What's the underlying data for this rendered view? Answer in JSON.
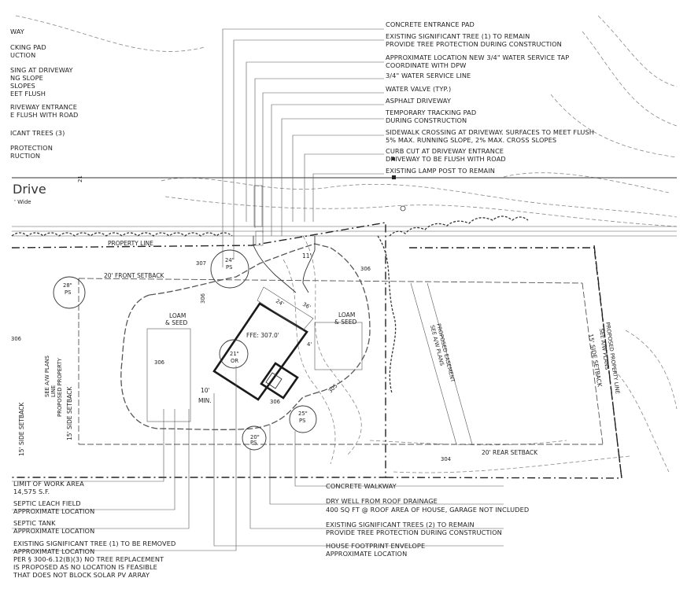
{
  "street": {
    "name": "Drive",
    "width": "' Wide",
    "station": "21"
  },
  "left_notes": [
    {
      "id": "l1",
      "lines": [
        "WAY"
      ]
    },
    {
      "id": "l2",
      "lines": [
        "CKING PAD",
        "UCTION"
      ]
    },
    {
      "id": "l3",
      "lines": [
        "SING AT DRIVEWAY",
        "NG SLOPE",
        "SLOPES",
        "EET FLUSH"
      ]
    },
    {
      "id": "l4",
      "lines": [
        "RIVEWAY ENTRANCE",
        "E FLUSH WITH ROAD"
      ]
    },
    {
      "id": "l5",
      "lines": [
        "ICANT TREES (3)"
      ]
    },
    {
      "id": "l6",
      "lines": [
        "PROTECTION",
        "RUCTION"
      ]
    }
  ],
  "top_notes": [
    {
      "id": "t1",
      "lines": [
        "CONCRETE ENTRANCE PAD"
      ]
    },
    {
      "id": "t2",
      "lines": [
        "EXISTING SIGNIFICANT TREE (1) TO REMAIN",
        "PROVIDE TREE PROTECTION DURING CONSTRUCTION"
      ]
    },
    {
      "id": "t3",
      "lines": [
        "APPROXIMATE LOCATION NEW 3/4\" WATER SERVICE TAP",
        "COORDINATE WITH DPW"
      ]
    },
    {
      "id": "t4",
      "lines": [
        "3/4\" WATER SERVICE LINE"
      ]
    },
    {
      "id": "t5",
      "lines": [
        "WATER VALVE (TYP.)"
      ]
    },
    {
      "id": "t6",
      "lines": [
        "ASPHALT DRIVEWAY"
      ]
    },
    {
      "id": "t7",
      "lines": [
        "TEMPORARY TRACKING PAD",
        "DURING CONSTRUCTION"
      ]
    },
    {
      "id": "t8",
      "lines": [
        "SIDEWALK CROSSING AT DRIVEWAY. SURFACES TO MEET FLUSH",
        "5% MAX. RUNNING SLOPE, 2% MAX. CROSS SLOPES"
      ]
    },
    {
      "id": "t9",
      "lines": [
        "CURB CUT AT DRIVEWAY ENTRANCE",
        "DRIVEWAY TO BE FLUSH WITH ROAD"
      ]
    },
    {
      "id": "t10",
      "lines": [
        "EXISTING LAMP POST TO REMAIN"
      ]
    }
  ],
  "bottom_left_notes": [
    {
      "id": "b1",
      "lines": [
        "LIMIT OF WORK AREA",
        "14,575 S.F."
      ]
    },
    {
      "id": "b2",
      "lines": [
        "SEPTIC LEACH FIELD",
        "APPROXIMATE LOCATION"
      ]
    },
    {
      "id": "b3",
      "lines": [
        "SEPTIC TANK",
        "APPROXIMATE LOCATION"
      ]
    },
    {
      "id": "b4",
      "lines": [
        "EXISTING SIGNIFICANT TREE (1) TO BE REMOVED",
        "APPROXIMATE LOCATION",
        "PER § 300-6.12(B)(3) NO TREE REPLACEMENT",
        "IS PROPOSED AS NO LOCATION IS FEASIBLE",
        "THAT DOES NOT BLOCK SOLAR PV ARRAY"
      ]
    }
  ],
  "bottom_right_notes": [
    {
      "id": "r1",
      "lines": [
        "CONCRETE WALKWAY"
      ]
    },
    {
      "id": "r2",
      "lines": [
        "DRY WELL FROM ROOF DRAINAGE",
        "400 SQ FT @ ROOF AREA OF HOUSE, GARAGE NOT INCLUDED"
      ]
    },
    {
      "id": "r3",
      "lines": [
        "EXISTING SIGNIFICANT TREES (2) TO REMAIN",
        "PROVIDE TREE PROTECTION DURING CONSTRUCTION"
      ]
    },
    {
      "id": "r4",
      "lines": [
        "HOUSE FOOTPRINT ENVELOPE",
        "APPROXIMATE LOCATION"
      ]
    }
  ],
  "site_labels": {
    "property_line": "PROPERTY LINE",
    "front_setback": "20' FRONT SETBACK",
    "rear_setback": "20' REAR SETBACK",
    "side_setback_left": "15' SIDE SETBACK",
    "side_setback_right": "15' SIDE SETBACK",
    "side_setback_far": "15' SIDE SETBACK",
    "loam_seed_left": [
      "LOAM",
      "& SEED"
    ],
    "loam_seed_right": [
      "LOAM",
      "& SEED"
    ],
    "ffe": "FFE: 307.0'",
    "easement": [
      "PROPOSED EASEMENT",
      "SEE A/W PLANS"
    ],
    "property_line_left": [
      "PROPOSED PROPERTY",
      "LINE",
      "SEE A/W PLANS"
    ],
    "property_line_right": [
      "PROPOSED PROPERTY LINE",
      "SEE A/W PLANS"
    ],
    "min_dim": [
      "10'",
      "MIN."
    ],
    "dim_11": "11'",
    "dim_24": "24'",
    "dim_36": "36'",
    "dim_4": "4'",
    "grade_307": "307",
    "grade_306a": "306",
    "grade_306b": "306",
    "grade_306c": "306",
    "grade_306d": "306",
    "grade_305": "305",
    "grade_304": "304",
    "grade_306_left": "306"
  },
  "trees": [
    {
      "id": "tree-24",
      "size": "24\"",
      "species": "PS"
    },
    {
      "id": "tree-28",
      "size": "28\"",
      "species": "PS"
    },
    {
      "id": "tree-21",
      "size": "21\"",
      "species": "OR"
    },
    {
      "id": "tree-25",
      "size": "25\"",
      "species": "PS"
    },
    {
      "id": "tree-20",
      "size": "20\"",
      "species": "PS"
    }
  ]
}
